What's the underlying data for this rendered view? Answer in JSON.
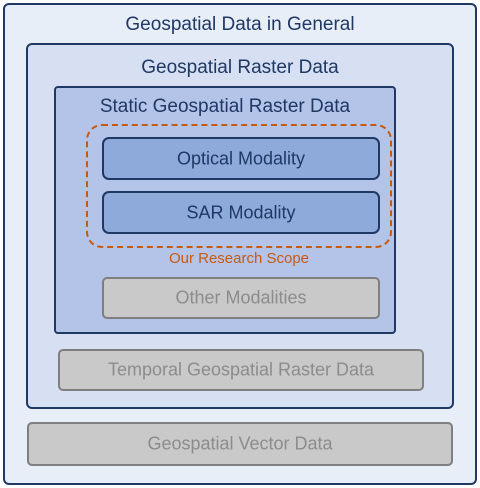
{
  "general": {
    "title": "Geospatial Data in General"
  },
  "raster": {
    "title": "Geospatial Raster Data"
  },
  "static_raster": {
    "title": "Static Geospatial Raster Data"
  },
  "modalities": {
    "optical": "Optical Modality",
    "sar": "SAR Modality",
    "other": "Other Modalities"
  },
  "research_scope": {
    "label": "Our Research Scope"
  },
  "temporal_raster": {
    "title": "Temporal Geospatial Raster Data"
  },
  "vector": {
    "title": "Geospatial Vector Data"
  },
  "colors": {
    "border_navy": "#1f3864",
    "scope_orange": "#c65a11",
    "modality_fill": "#8eaadb",
    "gray_fill": "#c9c9c9"
  }
}
